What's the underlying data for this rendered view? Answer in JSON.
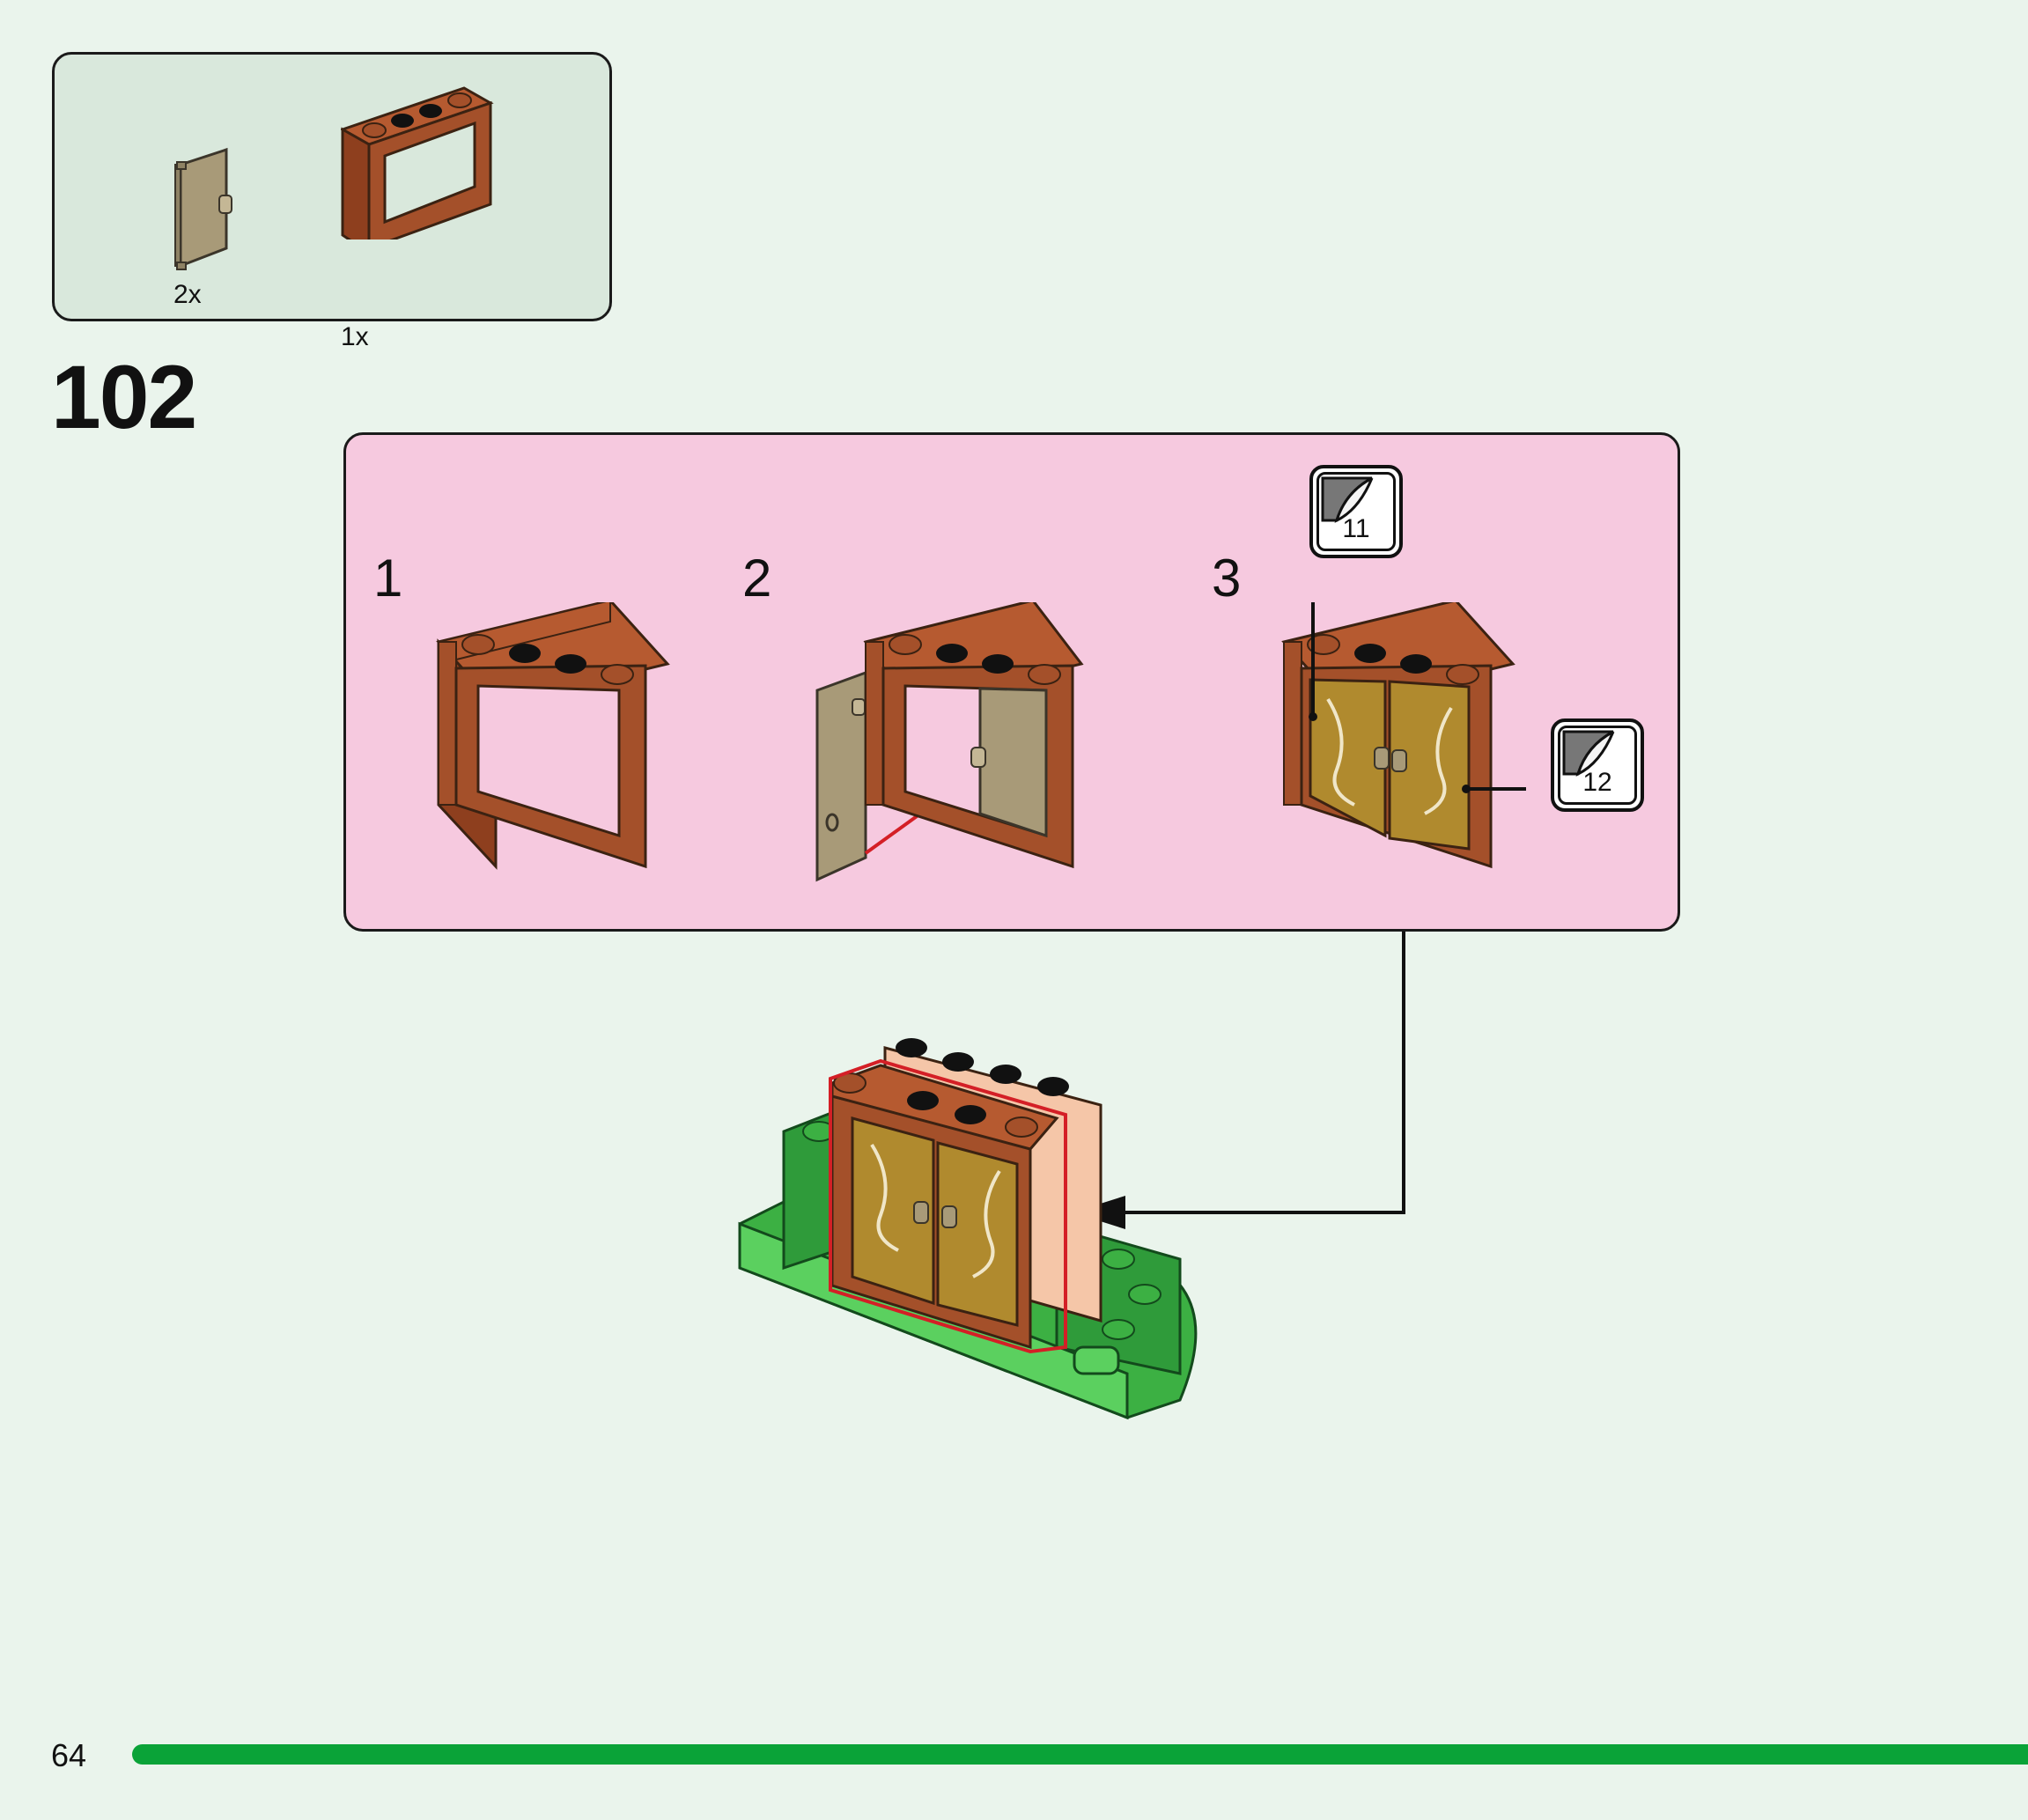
{
  "parts_list": {
    "items": [
      {
        "name": "door",
        "quantity": "2x"
      },
      {
        "name": "window-frame",
        "quantity": "1x"
      }
    ]
  },
  "step": {
    "number": "102",
    "substeps": [
      {
        "label": "1"
      },
      {
        "label": "2"
      },
      {
        "label": "3",
        "stickers": [
          "11",
          "12"
        ]
      }
    ]
  },
  "colors": {
    "background": "#eaf4ec",
    "parts_box": "#d9e8dc",
    "substep_box": "#f6c9df",
    "frame_brown": "#9c4a26",
    "door_tan": "#a89a78",
    "door_gold": "#b08a2e",
    "brick_green": "#3cb043",
    "highlight_red": "#d41f26",
    "progress_green": "#0aa338"
  },
  "icons": [
    "door-icon",
    "window-frame-icon",
    "sticker-icon",
    "arrow-icon"
  ],
  "page": {
    "number": "64"
  }
}
